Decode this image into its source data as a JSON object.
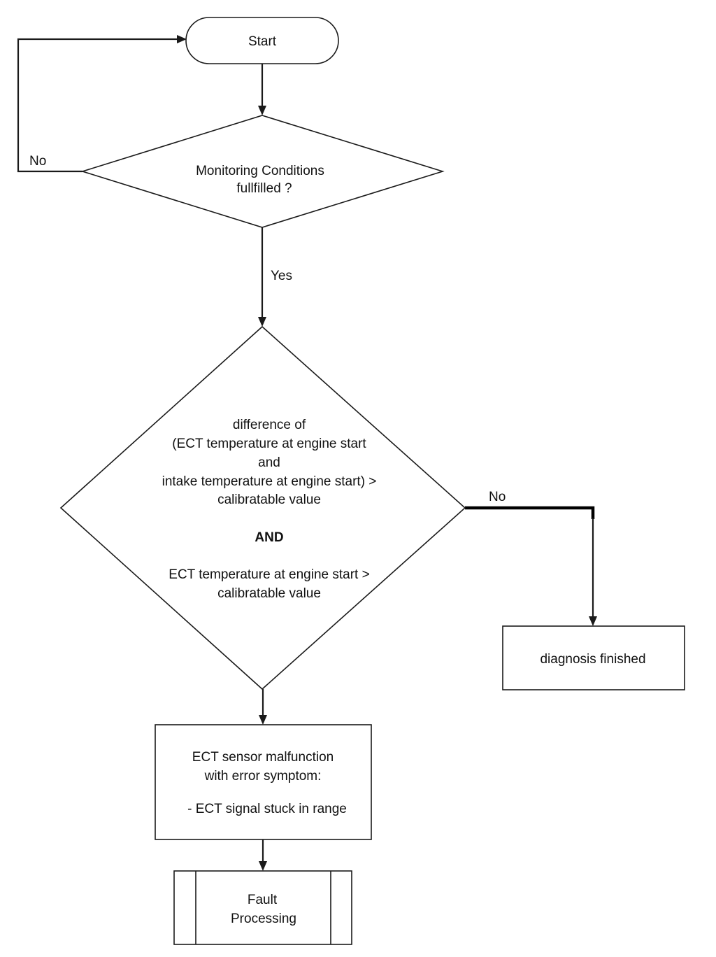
{
  "nodes": {
    "start": {
      "label": "Start"
    },
    "monitoring": {
      "lines": [
        "Monitoring Conditions",
        "fullfilled ?"
      ]
    },
    "check": {
      "lines": [
        "difference of",
        "(ECT temperature at engine start",
        "and",
        "intake temperature at engine start) >",
        "calibratable value"
      ],
      "operator": "AND",
      "lines2": [
        "ECT temperature at engine start >",
        "calibratable value"
      ]
    },
    "malfunction": {
      "lines": [
        "ECT sensor malfunction",
        "with error symptom:"
      ],
      "bullet": "- ECT signal stuck in range"
    },
    "finished": {
      "label": "diagnosis finished"
    },
    "fault": {
      "lines": [
        "Fault",
        "Processing"
      ]
    }
  },
  "edges": {
    "monitoring_no": "No",
    "monitoring_yes": "Yes",
    "check_no": "No"
  }
}
